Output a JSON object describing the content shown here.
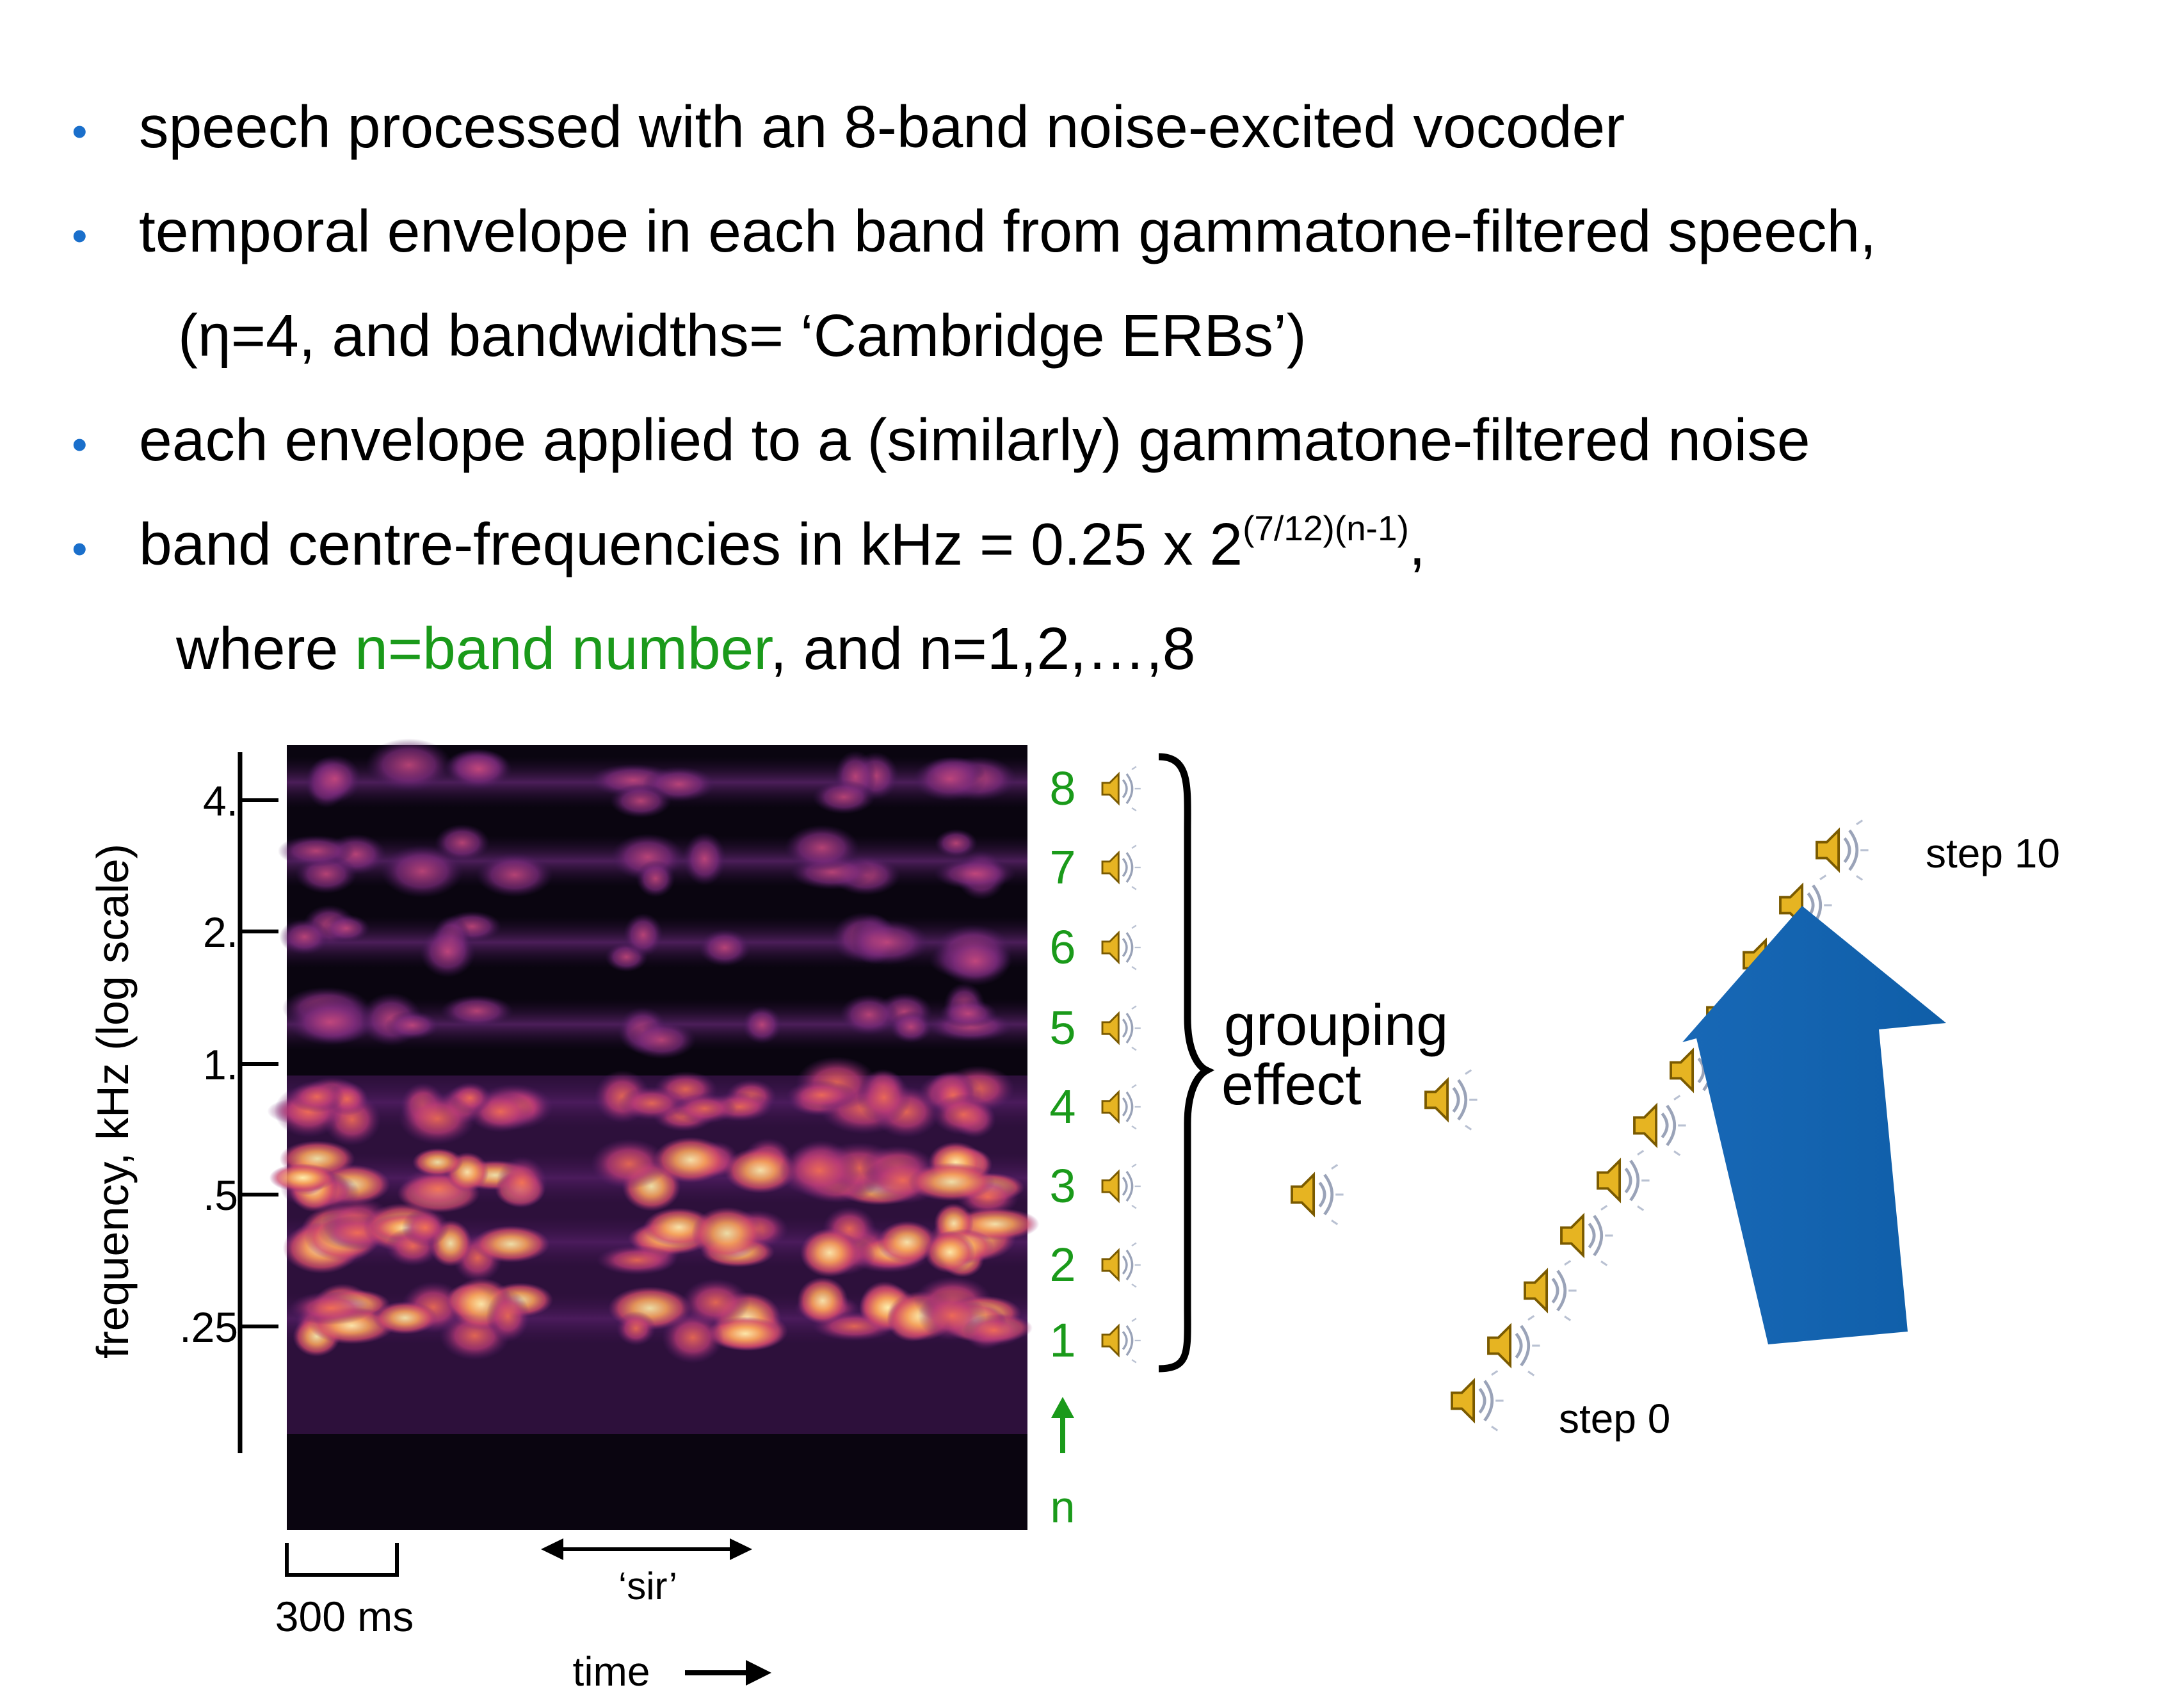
{
  "bullets": [
    {
      "text": "speech processed with an 8-band noise-excited vocoder"
    },
    {
      "text": "temporal envelope in each band from gammatone-filtered speech,",
      "continuation": "(η=4, and bandwidths= ‘Cambridge ERBs’)"
    },
    {
      "text": "each envelope applied to a (similarly) gammatone-filtered noise"
    },
    {
      "text_before_sup": "band centre-frequencies in kHz = 0.25 x 2",
      "sup": "(7/12)(n-1)",
      "text_after_sup": ",",
      "continuation_before": "where ",
      "continuation_green": "n=band number",
      "continuation_after": ", and n=1,2,…,8"
    }
  ],
  "spectrogram": {
    "y_axis_label": "frequency, kHz (log scale)",
    "y_ticks": [
      "4.",
      "2.",
      "1.",
      ".5",
      ".25"
    ],
    "scale_bar_label": "300 ms",
    "word_label": "‘sir’",
    "time_label": "time"
  },
  "bands": {
    "numbers": [
      "8",
      "7",
      "6",
      "5",
      "4",
      "3",
      "2",
      "1"
    ],
    "axis_letter": "n",
    "speaker_icon": "speaker-icon"
  },
  "grouping": {
    "line1": "grouping",
    "line2": "effect"
  },
  "steps": {
    "start_label": "step 0",
    "end_label": "step 10",
    "count": 11
  },
  "colors": {
    "bullet": "#1a6fcb",
    "green": "#1a9a1a",
    "arrow": "#1068b8",
    "speaker": "#e6b422"
  }
}
